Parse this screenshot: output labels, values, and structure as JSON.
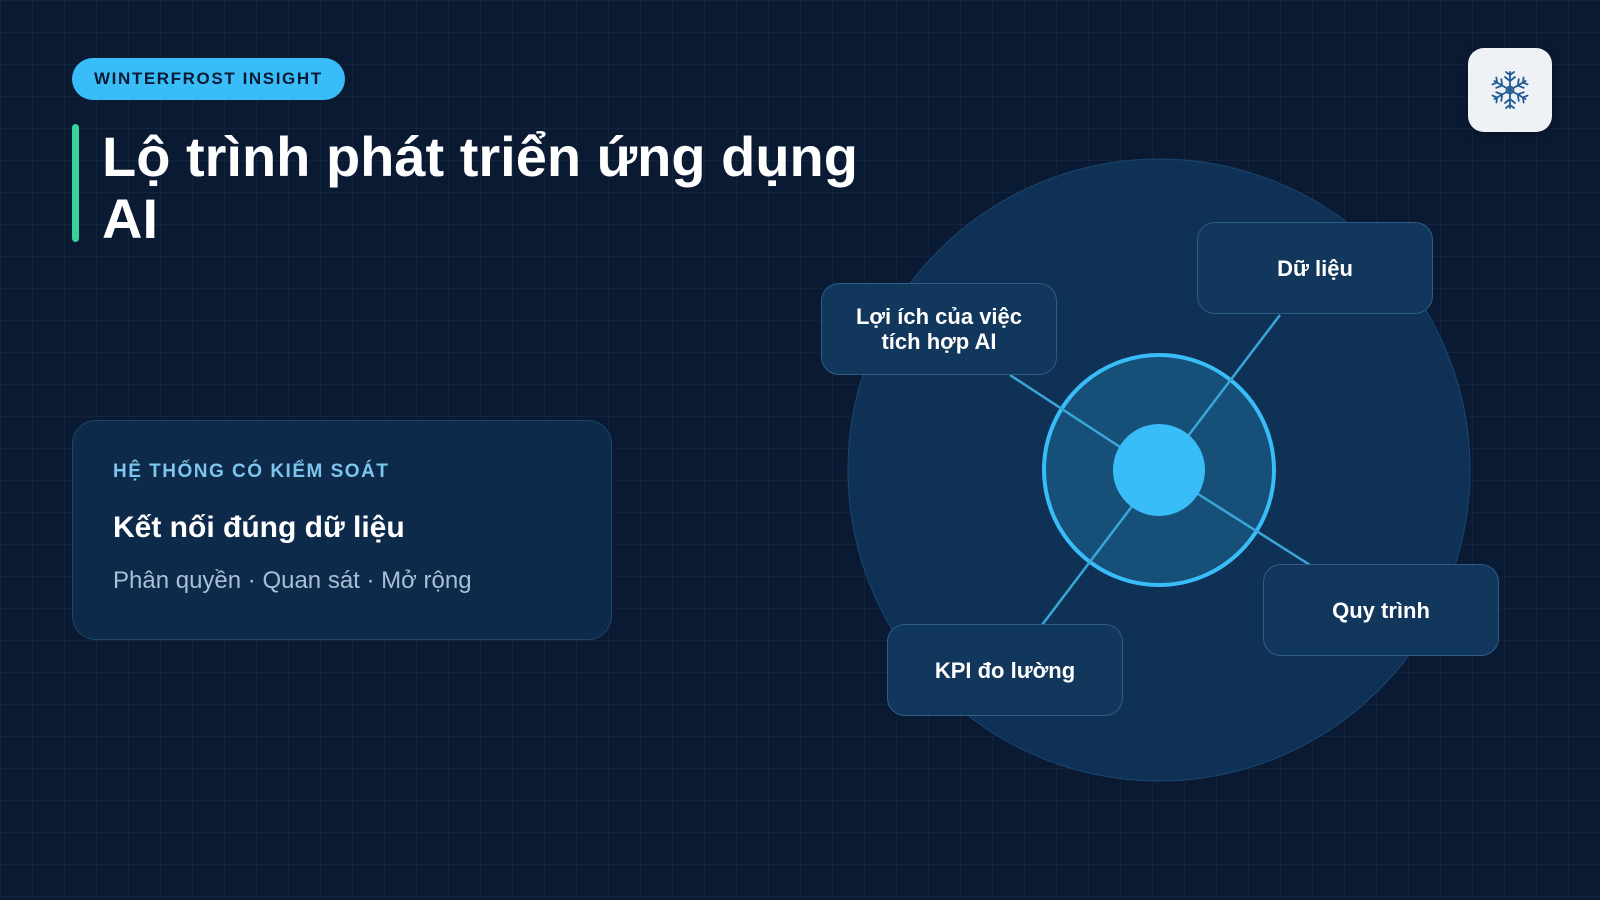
{
  "brand": {
    "label": "WINTERFROST INSIGHT",
    "logo_icon": "snowflake-icon"
  },
  "header": {
    "title": "Lộ trình phát triển ứng dụng AI"
  },
  "card": {
    "eyebrow": "HỆ THỐNG CÓ KIỂM SOÁT",
    "heading": "Kết nối đúng dữ liệu",
    "subtext": "Phân quyền · Quan sát · Mở rộng"
  },
  "diagram": {
    "nodes": [
      {
        "label": "Lợi ích của việc tích hợp AI"
      },
      {
        "label": "Dữ liệu"
      },
      {
        "label": "Quy trình"
      },
      {
        "label": "KPI đo lường"
      }
    ]
  },
  "colors": {
    "background": "#0b1a33",
    "accent_blue": "#38bdf8",
    "accent_green": "#34d399",
    "card": "#0e2a4a"
  }
}
